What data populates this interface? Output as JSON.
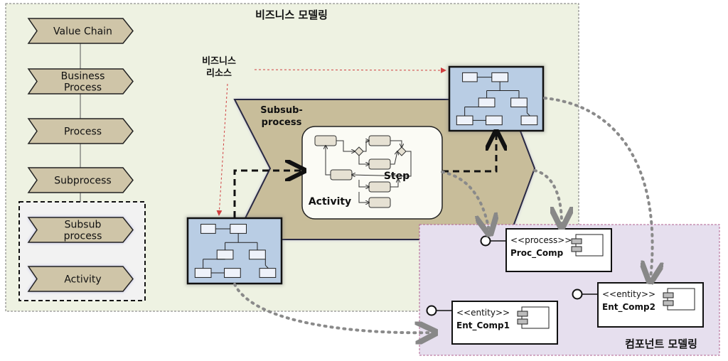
{
  "business_modeling": {
    "title": "비즈니스 모델링",
    "hierarchy": [
      {
        "label_lines": [
          "Value Chain"
        ]
      },
      {
        "label_lines": [
          "Business",
          "Process"
        ]
      },
      {
        "label_lines": [
          "Process"
        ]
      },
      {
        "label_lines": [
          "Subprocess"
        ]
      },
      {
        "label_lines": [
          "Subsub",
          "process"
        ]
      },
      {
        "label_lines": [
          "Activity"
        ]
      }
    ],
    "business_resource_label": [
      "비즈니스",
      "리소스"
    ],
    "subsubprocess_label": [
      "Subsub-",
      "process"
    ],
    "step_label": "Step",
    "activity_label": "Activity"
  },
  "component_modeling": {
    "title": "컴포넌트 모델링",
    "components": [
      {
        "stereotype": "<<process>>",
        "name": "Proc_Comp"
      },
      {
        "stereotype": "<<entity>>",
        "name": "Ent_Comp2"
      },
      {
        "stereotype": "<<entity>>",
        "name": "Ent_Comp1"
      }
    ]
  },
  "colors": {
    "business_bg": "#eef2e2",
    "component_bg": "#e6dfee",
    "chevron_fill": "#cfc5a8",
    "big_arrow_fill": "#c8bd9a",
    "blue_box": "#b9cde4"
  }
}
